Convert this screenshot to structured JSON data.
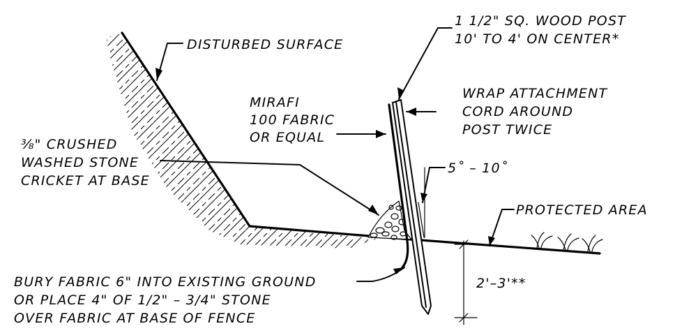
{
  "labels": {
    "disturbed_surface": "DISTURBED SURFACE",
    "post_line1": "1 1/2\" SQ. WOOD POST",
    "post_line2": "10' TO 4' ON CENTER*",
    "mirafi_line1": "MIRAFI",
    "mirafi_line2": "100 FABRIC",
    "mirafi_line3": "OR EQUAL",
    "wrap_line1": "WRAP ATTACHMENT",
    "wrap_line2": "CORD AROUND",
    "wrap_line3": "POST TWICE",
    "stone_line1": "⅜\" CRUSHED",
    "stone_line2": "WASHED STONE",
    "stone_line3": "CRICKET AT BASE",
    "angle": "5˚ – 10˚",
    "protected_area": "PROTECTED AREA",
    "bury_line1": "BURY FABRIC 6\" INTO EXISTING GROUND",
    "bury_line2": "OR PLACE 4\" OF 1/2\" – 3/4\" STONE",
    "bury_line3": "OVER FABRIC AT BASE OF FENCE",
    "depth": "2'–3'**"
  }
}
